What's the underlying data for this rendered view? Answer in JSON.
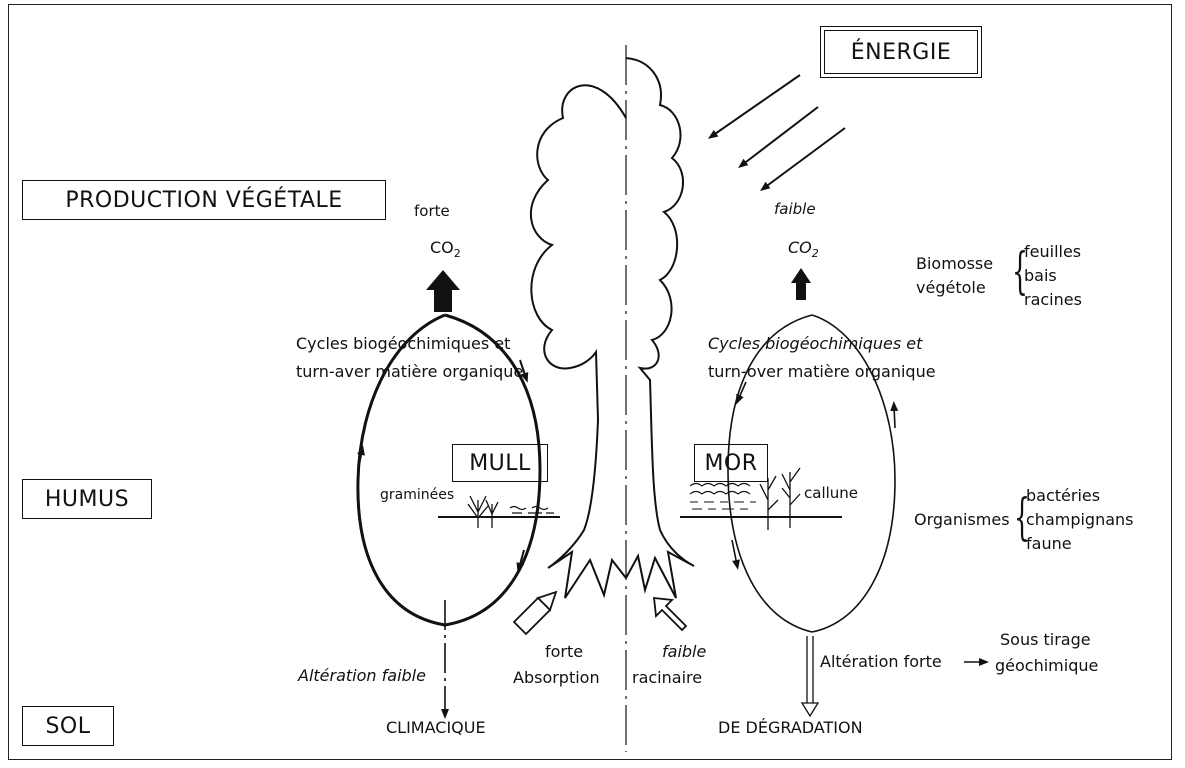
{
  "levels": {
    "production": "PRODUCTION VÉGÉTALE",
    "humus": "HUMUS",
    "sol": "SOL"
  },
  "energy": "ÉNERGIE",
  "left": {
    "intensity": "forte",
    "co2": "CO",
    "co2_sub": "2",
    "cycles_line1": "Cycles biogéochimiques et",
    "cycles_line2": "turn-aver matière organique",
    "humus_type": "MULL",
    "plant": "graminées",
    "alteration": "Altération faible",
    "absorption": "forte",
    "end": "CLIMACIQUE"
  },
  "right": {
    "intensity": "faible",
    "co2": "CO",
    "co2_sub": "2",
    "cycles_line1": "Cycles biogéochimiques et",
    "cycles_line2": "turn-over matière organique",
    "humus_type": "MOR",
    "plant": "callune",
    "alteration": "Altération forte",
    "absorption": "faible",
    "end": "DE DÉGRADATION",
    "sous_tirage_line1": "Sous tirage",
    "sous_tirage_line2": "géochimique"
  },
  "absorption_label": "Absorption",
  "racinaire_label": "racinaire",
  "biomass": {
    "title_line1": "Biomosse",
    "title_line2": "végétole",
    "items": [
      "feuilles",
      "bais",
      "racines"
    ]
  },
  "organisms": {
    "title": "Organismes",
    "items": [
      "bactéries",
      "champignans",
      "faune"
    ]
  }
}
